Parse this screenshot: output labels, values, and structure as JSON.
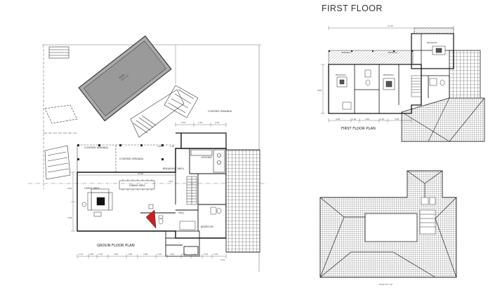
{
  "sheet": {
    "first_floor_heading": "FIRST FLOOR"
  },
  "ground_floor": {
    "plan_title": "GROUN FLOOR PLAN",
    "rooms": {
      "pool": "POOL",
      "pool_sub": "(5x11 m)",
      "covered_veranda_main": "COVERED VERANDA",
      "covered_veranda_left": "COVERED VERANDA",
      "covered_veranda_mid": "COVERED VERANDA",
      "kitchen": "KITCHEN",
      "breakfast_area": "BREAKFAST AREA",
      "dining_area": "DINING AREA",
      "living_area": "LIVING AREA",
      "hall": "HALL",
      "bedroom": "BEDROOM"
    },
    "dimensions": {
      "top_a": "2.50",
      "top_b": "1.20",
      "top_c": "2.00",
      "mid_a": "3.60",
      "mid_b": "1.20",
      "mid_c": "12.80",
      "bottom": [
        "1.10",
        "0.90",
        "1.20",
        "3.40",
        "1.40",
        "3.60",
        "1.20",
        "4.50",
        "1.10",
        "1.20",
        "3.25",
        "1.20",
        "2.10"
      ],
      "side_a": "6.40",
      "side_b": "2.90",
      "side_c": "3.50"
    }
  },
  "first_floor": {
    "plan_title": "FIRST FLOOR PLAN",
    "rooms": {
      "bedroom_a": "BEDROOM",
      "bedroom_b": "BEDROOM",
      "bedroom_c": "BEDROOM",
      "veranda_a": "VERANDA",
      "veranda_b": "VERANDA"
    },
    "dimensions": {
      "top": "11.35",
      "side": "8.80",
      "bottom": [
        "4.60",
        "1.20",
        "3.40",
        "1.20",
        "3.95"
      ]
    }
  },
  "roof": {
    "caption": "slope 5% / tyl"
  }
}
